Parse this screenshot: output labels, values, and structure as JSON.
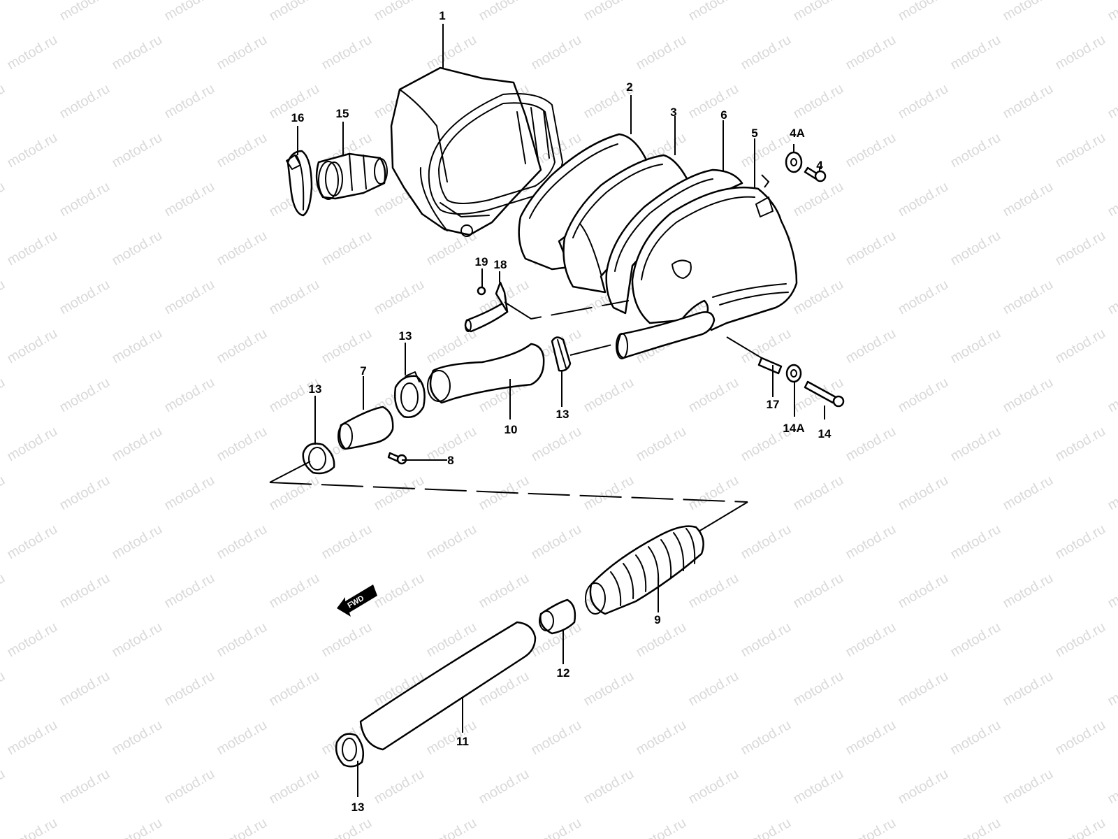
{
  "watermark": "motod.ru",
  "colors": {
    "line": "#000000",
    "watermark": "#d9d9d9",
    "background": "#ffffff"
  },
  "direction_marker": {
    "text": "FWD",
    "icon": "direction-arrow-icon"
  },
  "callouts": [
    {
      "id": "c-1",
      "label": "1"
    },
    {
      "id": "c-2",
      "label": "2"
    },
    {
      "id": "c-3",
      "label": "3"
    },
    {
      "id": "c-4",
      "label": "4"
    },
    {
      "id": "c-4a",
      "label": "4A"
    },
    {
      "id": "c-5",
      "label": "5"
    },
    {
      "id": "c-6",
      "label": "6"
    },
    {
      "id": "c-7",
      "label": "7"
    },
    {
      "id": "c-8",
      "label": "8"
    },
    {
      "id": "c-9",
      "label": "9"
    },
    {
      "id": "c-10",
      "label": "10"
    },
    {
      "id": "c-11",
      "label": "11"
    },
    {
      "id": "c-12",
      "label": "12"
    },
    {
      "id": "c-13a",
      "label": "13"
    },
    {
      "id": "c-13b",
      "label": "13"
    },
    {
      "id": "c-13c",
      "label": "13"
    },
    {
      "id": "c-13d",
      "label": "13"
    },
    {
      "id": "c-14",
      "label": "14"
    },
    {
      "id": "c-14a",
      "label": "14A"
    },
    {
      "id": "c-15",
      "label": "15"
    },
    {
      "id": "c-16",
      "label": "16"
    },
    {
      "id": "c-17",
      "label": "17"
    },
    {
      "id": "c-18",
      "label": "18"
    },
    {
      "id": "c-19",
      "label": "19"
    }
  ]
}
